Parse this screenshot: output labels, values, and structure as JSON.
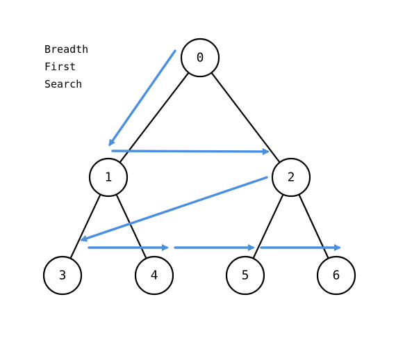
{
  "title": {
    "lines": [
      "Breadth",
      "First",
      "Search"
    ]
  },
  "nodes": [
    {
      "id": "0",
      "label": "0"
    },
    {
      "id": "1",
      "label": "1"
    },
    {
      "id": "2",
      "label": "2"
    },
    {
      "id": "3",
      "label": "3"
    },
    {
      "id": "4",
      "label": "4"
    },
    {
      "id": "5",
      "label": "5"
    },
    {
      "id": "6",
      "label": "6"
    }
  ],
  "edges": [
    {
      "from": "0",
      "to": "1"
    },
    {
      "from": "0",
      "to": "2"
    },
    {
      "from": "1",
      "to": "3"
    },
    {
      "from": "1",
      "to": "4"
    },
    {
      "from": "2",
      "to": "5"
    },
    {
      "from": "2",
      "to": "6"
    }
  ],
  "traversal_arrows": [
    {
      "from": "0",
      "to": "1"
    },
    {
      "from": "1",
      "to": "2"
    },
    {
      "from": "2",
      "to": "3"
    },
    {
      "from": "3",
      "to": "4"
    },
    {
      "from": "4",
      "to": "5"
    },
    {
      "from": "5",
      "to": "6"
    }
  ],
  "colors": {
    "arrow": "#4a90e2",
    "edge": "#000000",
    "node_fill": "#ffffff"
  }
}
